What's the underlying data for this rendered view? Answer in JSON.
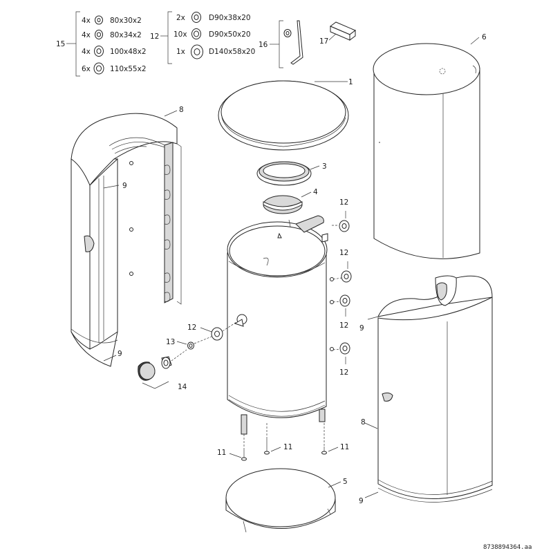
{
  "legend": {
    "group15": {
      "label": "15",
      "items": [
        {
          "qty": "4x",
          "size": "80x30x2"
        },
        {
          "qty": "4x",
          "size": "80x34x2"
        },
        {
          "qty": "4x",
          "size": "100x48x2"
        },
        {
          "qty": "6x",
          "size": "110x55x2"
        }
      ]
    },
    "group12": {
      "label": "12",
      "items": [
        {
          "qty": "2x",
          "size": "D90x38x20"
        },
        {
          "qty": "10x",
          "size": "D90x50x20"
        },
        {
          "qty": "1x",
          "size": "D140x58x20"
        }
      ]
    },
    "group16": {
      "label": "16"
    },
    "part17": {
      "label": "17"
    }
  },
  "callouts": {
    "c1": "1",
    "c3": "3",
    "c4": "4",
    "c5": "5",
    "c6": "6",
    "c8_left": "8",
    "c8_right": "8",
    "c9_left_top": "9",
    "c9_left_bottom": "9",
    "c9_right_top": "9",
    "c9_right_bottom": "9",
    "c11_a": "11",
    "c11_b": "11",
    "c11_c": "11",
    "c12_front": "12",
    "c12_r1": "12",
    "c12_r2": "12",
    "c12_r3": "12",
    "c12_r4": "12",
    "c13": "13",
    "c14": "14"
  },
  "reference_code": "8738894364.aa"
}
